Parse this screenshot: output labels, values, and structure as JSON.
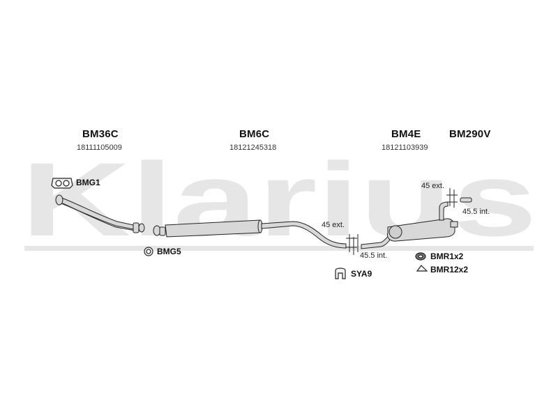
{
  "watermark": {
    "text": "Klarius",
    "color": "#e6e6e6"
  },
  "assemblies": [
    {
      "code": "BM36C",
      "part_number": "18111105009"
    },
    {
      "code": "BM6C",
      "part_number": "18121245318"
    },
    {
      "code": "BM4E",
      "part_number": "18121103939"
    },
    {
      "code": "BM290V",
      "part_number": ""
    }
  ],
  "fittings": {
    "bmg1": "BMG1",
    "bmg5": "BMG5",
    "sya9": "SYA9",
    "bmr1": "BMR1x2",
    "bmr12": "BMR12x2"
  },
  "joints": {
    "mid_ext": "45 ext.",
    "mid_int": "45.5 int.",
    "rear_ext": "45 ext.",
    "rear_int": "45.5 int."
  },
  "colors": {
    "pipe_fill": "#d8d8d8",
    "pipe_stroke": "#222222"
  }
}
